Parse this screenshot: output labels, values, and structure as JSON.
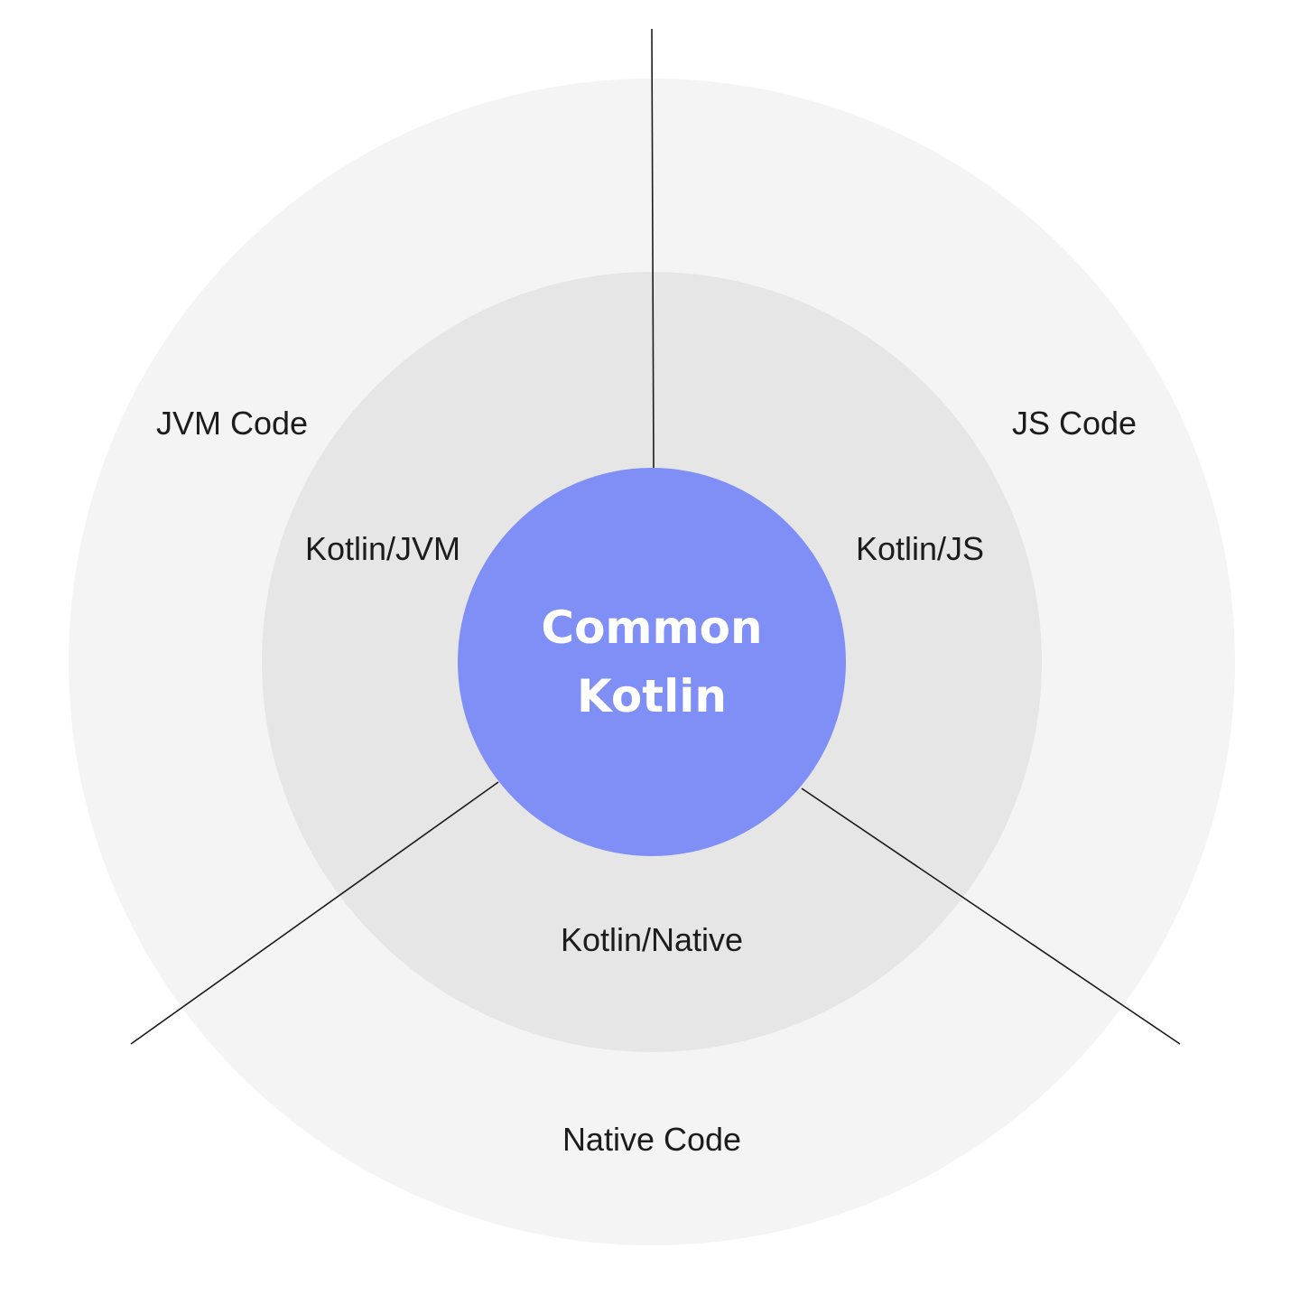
{
  "diagram": {
    "center": {
      "line1": "Common",
      "line2": "Kotlin"
    },
    "inner_ring": {
      "jvm": "Kotlin/JVM",
      "js": "Kotlin/JS",
      "native": "Kotlin/Native"
    },
    "outer_ring": {
      "jvm": "JVM Code",
      "js": "JS Code",
      "native": "Native Code"
    },
    "colors": {
      "outer_ring": "#f4f4f4",
      "inner_ring": "#e6e6e6",
      "core": "#7f8ff6",
      "divider": "#1c1c1c"
    }
  }
}
